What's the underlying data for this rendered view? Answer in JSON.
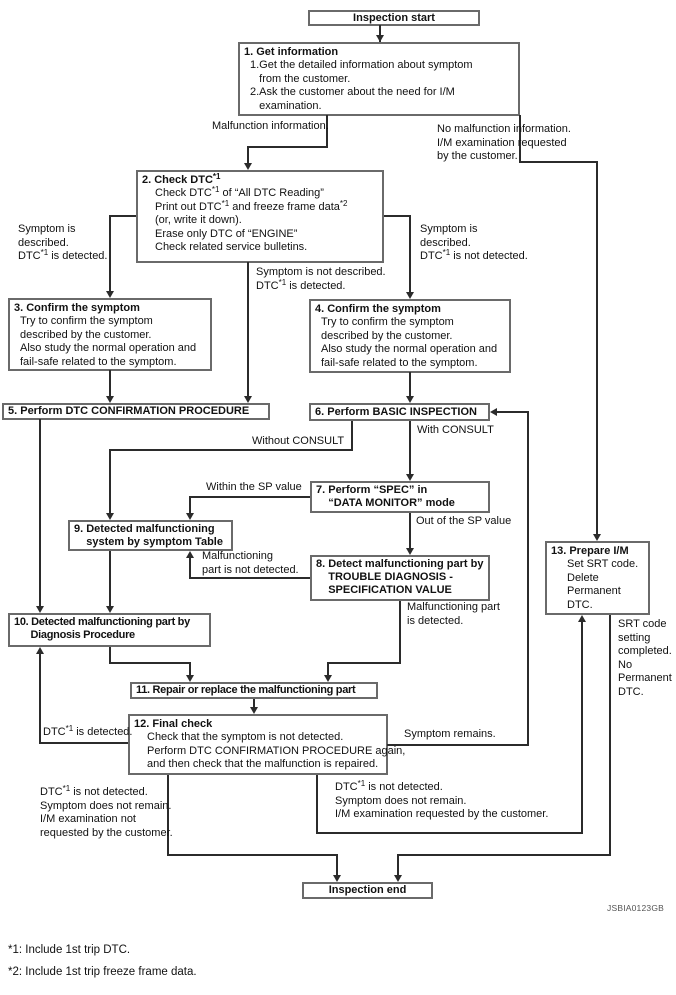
{
  "boxes": {
    "start": {
      "label": "Inspection start"
    },
    "b1": {
      "title": "1. Get information",
      "body": "1.Get the detailed information about symptom\n   from the customer.\n2.Ask the customer about the need for I/M\n   examination."
    },
    "b2": {
      "title": "2. Check DTC*1",
      "body": "Check DTC*1 of “All DTC Reading”\nPrint out DTC*1 and freeze frame data*2\n(or, write it down).\nErase only DTC of “ENGINE”\nCheck related service bulletins."
    },
    "b3": {
      "title": "3. Confirm the symptom",
      "body": "Try to confirm the symptom\ndescribed by the customer.\nAlso study the normal operation and\nfail-safe related to the symptom."
    },
    "b4": {
      "title": "4. Confirm the symptom",
      "body": "Try to confirm the symptom\ndescribed by the customer.\nAlso study the normal operation and\nfail-safe related to the symptom."
    },
    "b5": {
      "title": "5. Perform DTC CONFIRMATION PROCEDURE"
    },
    "b6": {
      "title": "6. Perform BASIC INSPECTION"
    },
    "b7": {
      "title": "7. Perform “SPEC” in\n    “DATA MONITOR” mode"
    },
    "b8": {
      "title": "8. Detect malfunctioning part by\n    TROUBLE DIAGNOSIS -\n    SPECIFICATION VALUE"
    },
    "b9": {
      "title": "9. Detected malfunctioning\n    system by symptom Table"
    },
    "b10": {
      "title": "10. Detected malfunctioning part by\n      Diagnosis Procedure"
    },
    "b11": {
      "title": "11. Repair or replace the malfunctioning part"
    },
    "b12": {
      "title": "12. Final check",
      "body": "Check that the symptom is not detected.\nPerform DTC CONFIRMATION PROCEDURE again,\nand then check that the malfunction is repaired."
    },
    "b13": {
      "title": "13. Prepare I/M",
      "body": "Set SRT code.\nDelete\nPermanent\nDTC."
    },
    "end": {
      "label": "Inspection end"
    }
  },
  "labels": {
    "malfunction_info": "Malfunction information.",
    "no_malfunction": "No malfunction information.\nI/M examination requested\nby the customer.",
    "symptom_described_dtc": "Symptom is\ndescribed.\nDTC*1 is detected.",
    "symptom_described_no_dtc": "Symptom is\ndescribed.\nDTC*1 is not detected.",
    "symptom_not_described": "Symptom is not described.\nDTC*1 is detected.",
    "without_consult": "Without CONSULT",
    "with_consult": "With CONSULT",
    "within_sp": "Within the SP value",
    "out_sp": "Out of the SP value",
    "malf_not_detected": "Malfunctioning\npart is not detected.",
    "malf_detected": "Malfunctioning part\nis detected.",
    "dtc_detected": "DTC*1 is detected.",
    "symptom_remains": "Symptom remains.",
    "dtc_nd_left": "DTC*1 is not detected.\nSymptom does not remain.\nI/M examination not\nrequested by the customer.",
    "dtc_nd_right": "DTC*1 is not detected.\nSymptom does not remain.\nI/M examination requested by the customer.",
    "srt_code": "SRT code\nsetting\ncompleted.\nNo\nPermanent\nDTC."
  },
  "figure_code": "JSBIA0123GB",
  "footnotes": {
    "f1": "*1: Include 1st trip DTC.",
    "f2": "*2: Include 1st trip freeze frame data."
  },
  "colors": {
    "line": "#2b2b2b",
    "border": "#6a6a6a",
    "text": "#111111",
    "background": "#ffffff"
  }
}
